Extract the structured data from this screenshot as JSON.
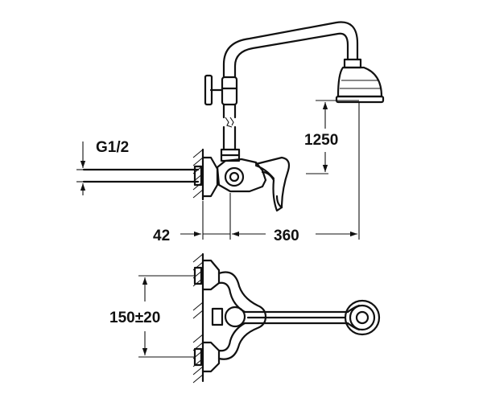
{
  "drawing": {
    "dimensions": {
      "thread": "G1/2",
      "height": "1250",
      "wall_offset": "42",
      "projection": "360",
      "center_distance": "150±20"
    }
  }
}
